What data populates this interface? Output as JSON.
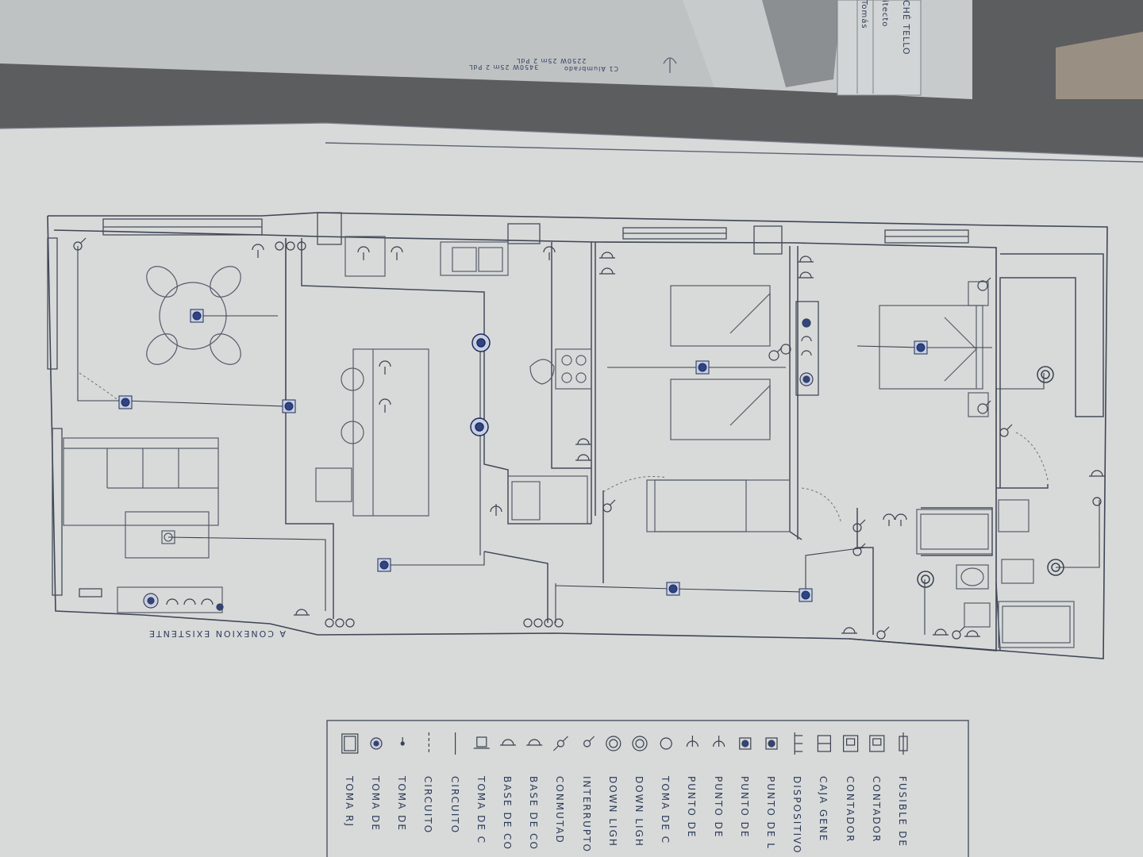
{
  "background_sheet": {
    "title_block_lines": [
      "CHÉ TELLO",
      "itecto",
      "Tomás"
    ],
    "circuit_note_lines": [
      "C1 Alumbrado",
      "2250W 25m 2 PdL",
      "3450W 25m 2 PdL"
    ]
  },
  "plan": {
    "connection_label": "A CONEXION EXISTENTE",
    "colors": {
      "paper": "#d9dbda",
      "ink": "#3a4252",
      "blue_ink": "#2b3f7a"
    }
  },
  "legend": {
    "items": [
      {
        "icon": "fuse-icon",
        "label": "FUSIBLE DE"
      },
      {
        "icon": "meter-icon",
        "label": "CONTADOR"
      },
      {
        "icon": "meter-icon",
        "label": "CONTADOR"
      },
      {
        "icon": "general-box-icon",
        "label": "CAJA GENE"
      },
      {
        "icon": "device-icon",
        "label": "DISPOSITIVO"
      },
      {
        "icon": "light-point-icon",
        "label": "PUNTO DE L"
      },
      {
        "icon": "light-point-icon",
        "label": "PUNTO DE"
      },
      {
        "icon": "wall-light-icon",
        "label": "PUNTO DE"
      },
      {
        "icon": "wall-light-icon",
        "label": "PUNTO DE"
      },
      {
        "icon": "outlet-icon",
        "label": "TOMA DE C"
      },
      {
        "icon": "downlight-icon",
        "label": "DOWN LIGH"
      },
      {
        "icon": "downlight-icon",
        "label": "DOWN LIGH"
      },
      {
        "icon": "switch-icon",
        "label": "INTERRUPTO"
      },
      {
        "icon": "commutator-icon",
        "label": "CONMUTAD"
      },
      {
        "icon": "socket-base-icon",
        "label": "BASE DE CO"
      },
      {
        "icon": "socket-base-icon",
        "label": "BASE DE CO"
      },
      {
        "icon": "socket-icon",
        "label": "TOMA DE C"
      },
      {
        "icon": "circuit-line-icon",
        "label": "CIRCUITO"
      },
      {
        "icon": "circuit-dashed-icon",
        "label": "CIRCUITO"
      },
      {
        "icon": "tv-socket-icon",
        "label": "TOMA DE"
      },
      {
        "icon": "phone-socket-icon",
        "label": "TOMA DE"
      },
      {
        "icon": "rj45-icon",
        "label": "TOMA RJ"
      }
    ]
  }
}
